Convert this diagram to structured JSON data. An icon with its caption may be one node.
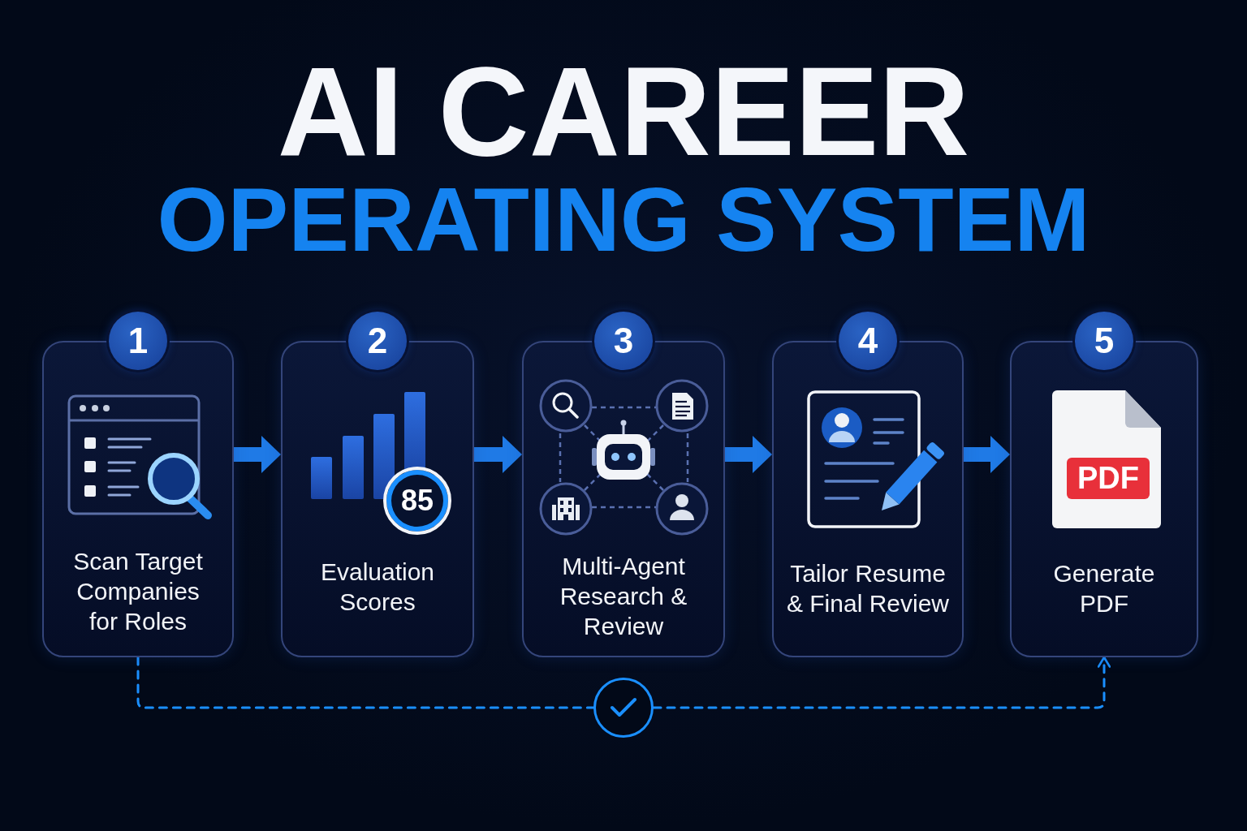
{
  "diagram": {
    "title": "AI CAREER OPERATING SYSTEM",
    "nodes": [
      {
        "text": [
          "1",
          "Scan Target Companies for Roles"
        ]
      },
      {
        "text": [
          "2",
          "Evaluation Scores"
        ]
      },
      {
        "text": [
          "85"
        ],
        "in": 1
      },
      {
        "text": [
          "3",
          "Multi-Agent Research & Review"
        ]
      },
      {
        "text": [
          "4",
          "Tailor Resume & Final Review"
        ]
      },
      {
        "text": [
          "5",
          "Generate PDF"
        ]
      },
      {
        "text": [
          "PDF"
        ],
        "in": 5
      },
      {
        "text": [],
        "shape": "circle"
      }
    ],
    "edges": [
      {
        "from": 0,
        "to": 1,
        "arrow": "to"
      },
      {
        "from": 1,
        "to": 3,
        "arrow": "to"
      },
      {
        "from": 3,
        "to": 4,
        "arrow": "to"
      },
      {
        "from": 4,
        "to": 5,
        "arrow": "to"
      },
      {
        "from": 0,
        "to": 7,
        "arrow": "none",
        "style": "dashed"
      },
      {
        "from": 7,
        "to": 5,
        "arrow": "to",
        "style": "dashed"
      }
    ]
  }
}
